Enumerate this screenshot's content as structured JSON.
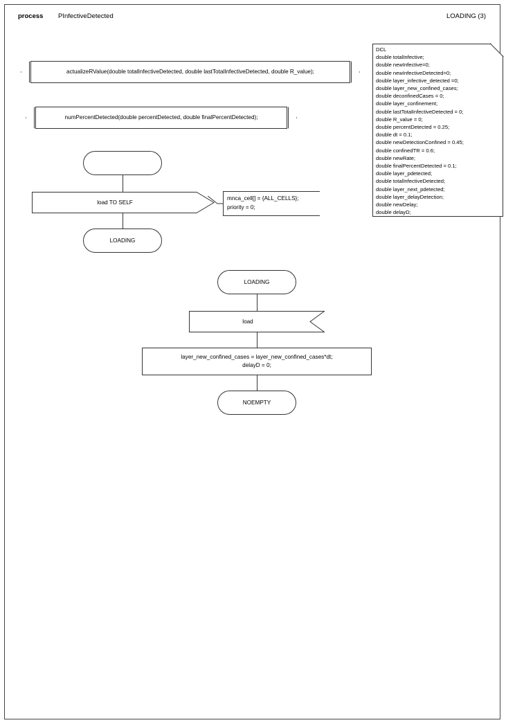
{
  "header": {
    "keyword": "process",
    "process_name": "PInfectiveDetected",
    "page_ref": "LOADING (3)"
  },
  "dcl": {
    "title": "DCL",
    "declarations": [
      "double totalInfective;",
      "double newInfective=0;",
      "double newInfectiveDetected=0;",
      "double layer_infective_detected =0;",
      "double layer_new_confined_cases;",
      "double deconfinedCases = 0;",
      "double layer_confinement;",
      "double lastTotalInfectiveDetected = 0;",
      "double R_value = 0;",
      "double percentDetected = 0.25;",
      "double dt = 0.1;",
      "double newDetectionConfined = 0.45;",
      "double confinedTR = 0.6;",
      "double newRate;",
      "double finalPercentDetected = 0.1;",
      "double layer_pdetected;",
      "double totalInfectiveDetected;",
      "double layer_next_pdetected;",
      "double layer_delayDetection;",
      "double newDelay;",
      "double delayD;"
    ],
    "text": "DCL\ndouble totalInfective;\ndouble newInfective=0;\ndouble newInfectiveDetected=0;\ndouble layer_infective_detected =0;\ndouble layer_new_confined_cases;\ndouble deconfinedCases = 0;\ndouble layer_confinement;\ndouble lastTotalInfectiveDetected = 0;\ndouble R_value = 0;\ndouble percentDetected = 0.25;\ndouble dt = 0.1;\ndouble newDetectionConfined = 0.45;\ndouble confinedTR = 0.6;\ndouble newRate;\ndouble finalPercentDetected = 0.1;\ndouble layer_pdetected;\ndouble totalInfectiveDetected;\ndouble layer_next_pdetected;\ndouble layer_delayDetection;\ndouble newDelay;\ndouble delayD;"
  },
  "procedures": [
    {
      "signature": "actualizeRValue(double totalInfectiveDetected, double lastTotalInfectiveDetected, double R_value);"
    },
    {
      "signature": "numPercentDetected(double percentDetected, double finalPercentDetected);"
    }
  ],
  "transition_a": {
    "start_state": "",
    "output": "load TO SELF",
    "comment": "mnca_cell[] = {ALL_CELLS};\npriority = 0;",
    "next_state": "LOADING"
  },
  "transition_b": {
    "state": "LOADING",
    "input": "load",
    "task": "layer_new_confined_cases = layer_new_confined_cases*dt;\ndelayD = 0;",
    "next_state": "NOEMPTY"
  },
  "colors": {
    "stroke": "#333333",
    "frame": "#444444",
    "background": "#ffffff",
    "text": "#000000"
  }
}
